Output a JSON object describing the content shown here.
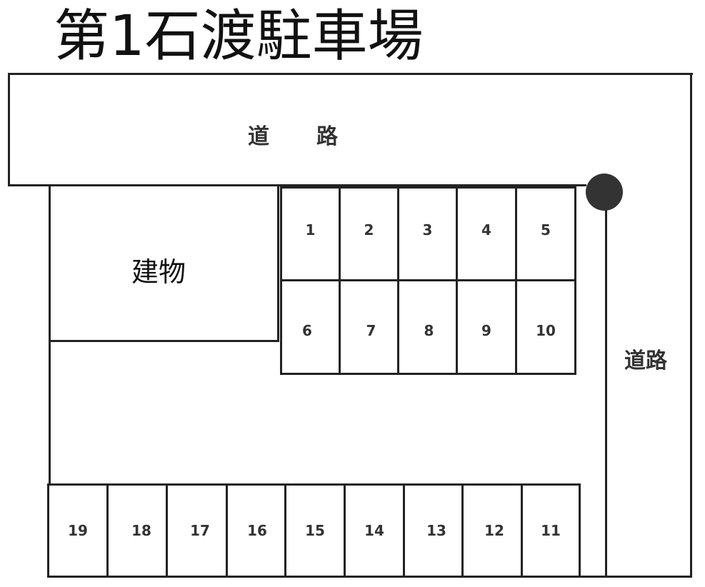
{
  "title": "第1石渡駐車場",
  "roads": {
    "top_label": "道　　路",
    "right_label": "道路"
  },
  "building": {
    "label": "建物"
  },
  "marker": {
    "type": "circle-marker",
    "color": "#333333"
  },
  "spaces": {
    "upper_row": [
      "1",
      "2",
      "3",
      "4",
      "5"
    ],
    "middle_row": [
      "6",
      "7",
      "8",
      "9",
      "10"
    ],
    "bottom_row": [
      "19",
      "18",
      "17",
      "16",
      "15",
      "14",
      "13",
      "12",
      "11"
    ]
  },
  "colors": {
    "line": "#222222",
    "text": "#333333",
    "background": "#ffffff"
  }
}
